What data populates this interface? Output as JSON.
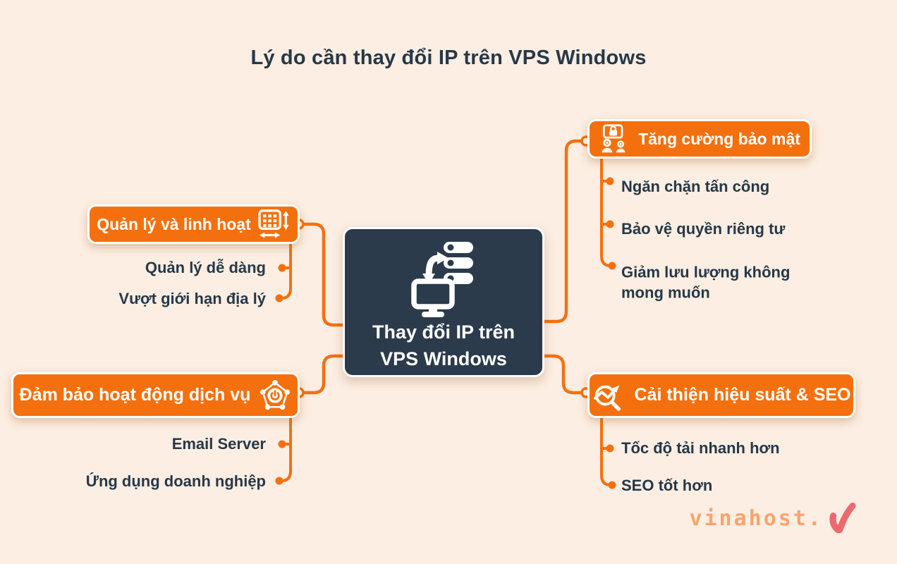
{
  "title": "Lý do cần thay đổi IP trên VPS Windows",
  "center": {
    "line1": "Thay đổi IP trên",
    "line2": "VPS Windows",
    "icon": "ip-change-icon"
  },
  "branches": [
    {
      "id": "security",
      "label": "Tăng cường bảo mật",
      "icon": "secure-meeting-icon",
      "items": [
        "Ngăn chặn tấn công",
        "Bảo vệ quyền riêng tư",
        "Giảm lưu lượng không mong muốn"
      ]
    },
    {
      "id": "management",
      "label": "Quản lý và linh hoạt",
      "icon": "flexible-table-icon",
      "items": [
        "Quản lý dễ dàng",
        "Vượt giới hạn địa lý"
      ]
    },
    {
      "id": "service",
      "label": "Đảm bảo hoạt động dịch vụ",
      "icon": "service-network-icon",
      "items": [
        "Email Server",
        "Ứng dụng doanh nghiệp"
      ]
    },
    {
      "id": "seo",
      "label": "Cải thiện hiệu suất & SEO",
      "icon": "seo-analytics-icon",
      "items": [
        "Tốc độ tải nhanh hơn",
        "SEO tốt hơn"
      ]
    }
  ],
  "logo": {
    "text": "vinahost.",
    "mark": "V"
  },
  "colors": {
    "background": "#fceee2",
    "accent_orange": "#f4700e",
    "navy": "#2b3b4b",
    "text_navy": "#263849",
    "logo_orange": "#f8a46e",
    "logo_mark_red": "#ec6a6e",
    "white": "#ffffff"
  }
}
